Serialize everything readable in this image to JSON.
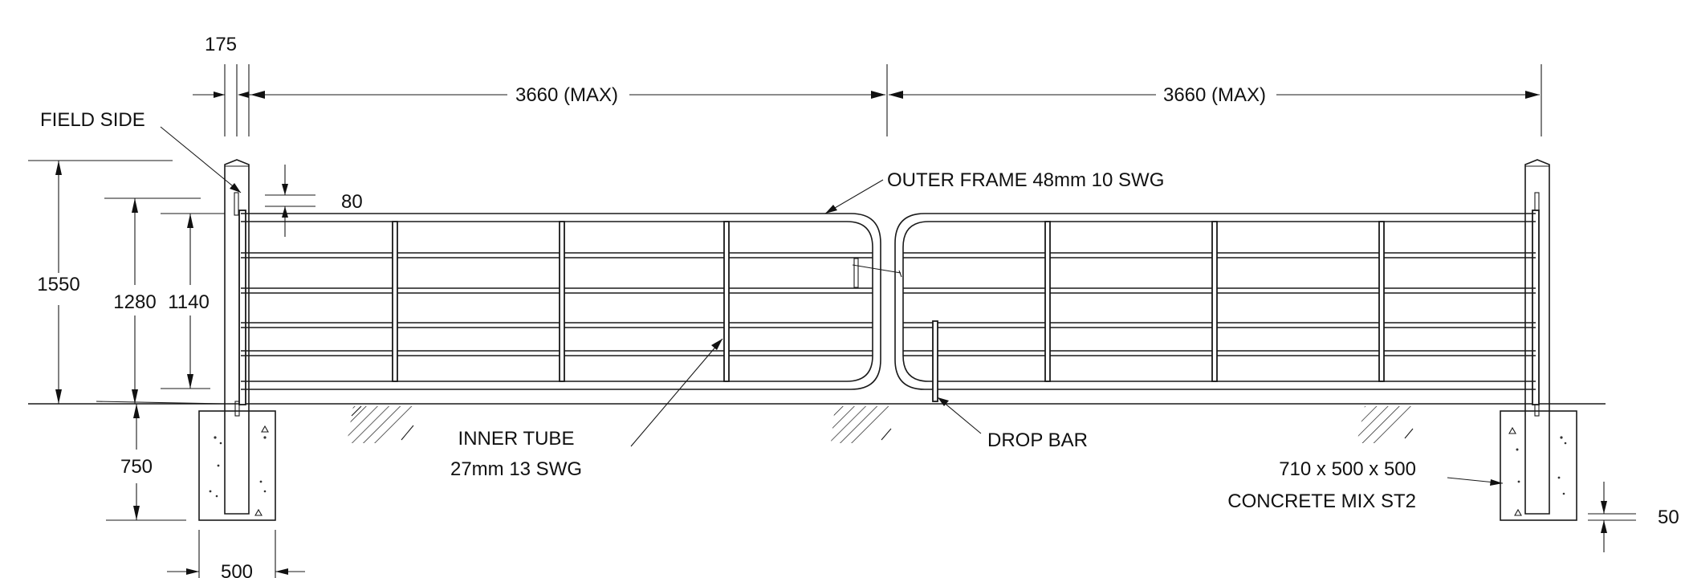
{
  "labels": {
    "dim_175": "175",
    "dim_3660_left": "3660 (MAX)",
    "dim_3660_right": "3660 (MAX)",
    "field_side": "FIELD SIDE",
    "dim_80": "80",
    "outer_frame": "OUTER FRAME 48mm 10 SWG",
    "dim_1550": "1550",
    "dim_1280": "1280",
    "dim_1140": "1140",
    "dim_750": "750",
    "inner_tube_1": "INNER TUBE",
    "inner_tube_2": "27mm 13 SWG",
    "drop_bar": "DROP BAR",
    "concrete_1": "710 x 500 x 500",
    "concrete_2": "CONCRETE MIX ST2",
    "dim_50": "50",
    "dim_500": "500"
  },
  "colors": {
    "line": "#1a1a1a",
    "background": "#ffffff"
  }
}
